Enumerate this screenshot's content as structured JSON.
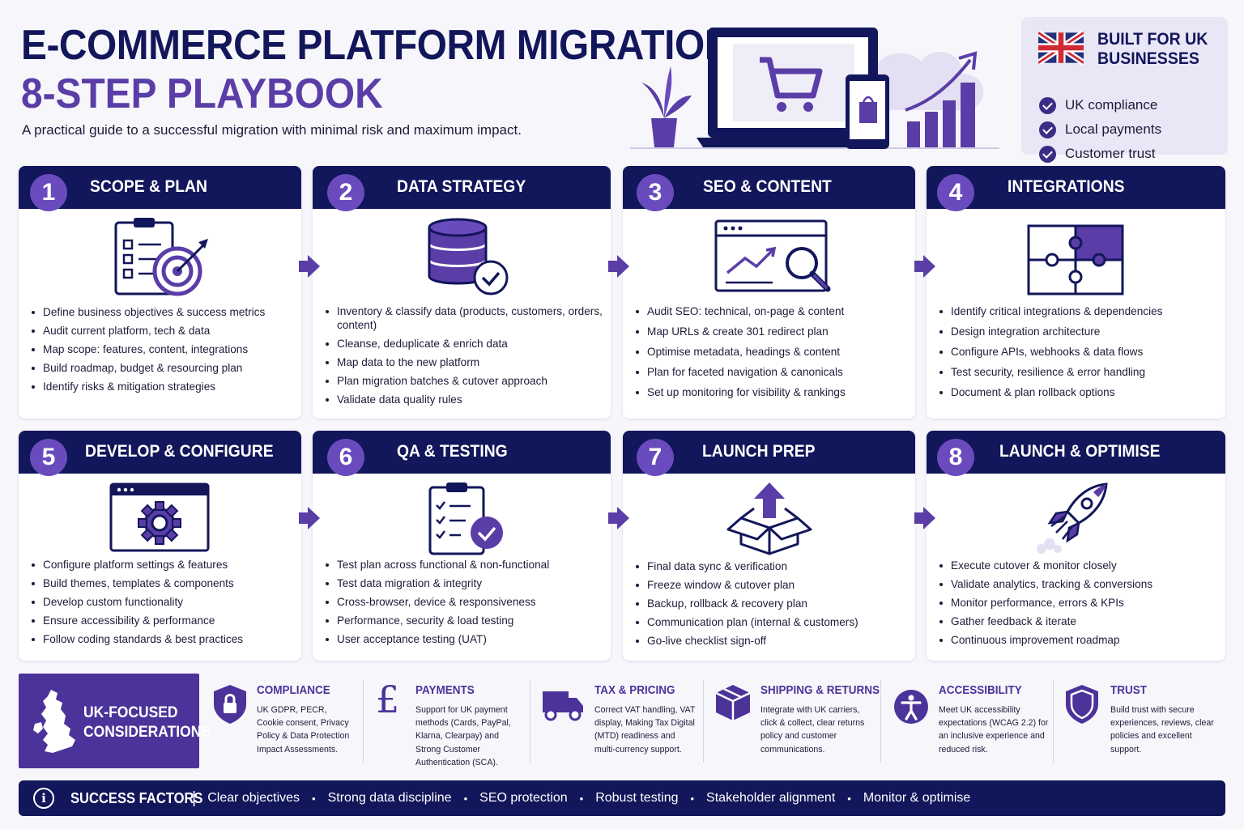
{
  "header": {
    "title_line1": "E-COMMERCE PLATFORM MIGRATION",
    "title_line2": "8-STEP PLAYBOOK",
    "subtitle": "A practical guide to a successful migration with minimal risk and maximum impact."
  },
  "uk_box": {
    "title_line1": "BUILT FOR UK",
    "title_line2": "BUSINESSES",
    "items": [
      "UK compliance",
      "Local payments",
      "Customer trust"
    ]
  },
  "steps": [
    {
      "number": "1",
      "title": "SCOPE & PLAN",
      "icon": "clipboard-target-icon",
      "bullets": [
        "Define business objectives & success metrics",
        "Audit current platform, tech & data",
        "Map scope: features, content, integrations",
        "Build roadmap, budget & resourcing plan",
        "Identify risks & mitigation strategies"
      ]
    },
    {
      "number": "2",
      "title": "DATA STRATEGY",
      "icon": "database-check-icon",
      "bullets": [
        "Inventory & classify data (products, customers, orders, content)",
        "Cleanse, deduplicate & enrich data",
        "Map data to the new platform",
        "Plan migration batches & cutover approach",
        "Validate data quality rules"
      ]
    },
    {
      "number": "3",
      "title": "SEO & CONTENT",
      "icon": "browser-search-chart-icon",
      "bullets": [
        "Audit SEO: technical, on-page & content",
        "Map URLs & create 301 redirect plan",
        "Optimise metadata, headings & content",
        "Plan for faceted navigation & canonicals",
        "Set up monitoring for visibility & rankings"
      ]
    },
    {
      "number": "4",
      "title": "INTEGRATIONS",
      "icon": "puzzle-icon",
      "bullets": [
        "Identify critical integrations & dependencies",
        "Design integration architecture",
        "Configure APIs, webhooks & data flows",
        "Test security, resilience & error handling",
        "Document & plan rollback options"
      ]
    },
    {
      "number": "5",
      "title": "DEVELOP & CONFIGURE",
      "icon": "browser-gear-icon",
      "bullets": [
        "Configure platform settings & features",
        "Build themes, templates & components",
        "Develop custom functionality",
        "Ensure accessibility & performance",
        "Follow coding standards & best practices"
      ]
    },
    {
      "number": "6",
      "title": "QA & TESTING",
      "icon": "clipboard-check-icon",
      "bullets": [
        "Test plan across functional & non-functional",
        "Test data migration & integrity",
        "Cross-browser, device & responsiveness",
        "Performance, security & load testing",
        "User acceptance testing (UAT)"
      ]
    },
    {
      "number": "7",
      "title": "LAUNCH PREP",
      "icon": "box-upload-icon",
      "bullets": [
        "Final data sync & verification",
        "Freeze window & cutover plan",
        "Backup, rollback & recovery plan",
        "Communication plan (internal & customers)",
        "Go-live checklist sign-off"
      ]
    },
    {
      "number": "8",
      "title": "LAUNCH & OPTIMISE",
      "icon": "rocket-icon",
      "bullets": [
        "Execute cutover & monitor closely",
        "Validate analytics, tracking & conversions",
        "Monitor performance, errors & KPIs",
        "Gather feedback & iterate",
        "Continuous improvement roadmap"
      ]
    }
  ],
  "uk_focused": {
    "title_line1": "UK-FOCUSED",
    "title_line2": "CONSIDERATIONS"
  },
  "considerations": [
    {
      "icon": "shield-lock-icon",
      "title": "COMPLIANCE",
      "text": "UK GDPR, PECR, Cookie consent, Privacy Policy & Data Protection Impact Assessments."
    },
    {
      "icon": "pound-sign-icon",
      "title": "PAYMENTS",
      "text": "Support for UK payment methods (Cards, PayPal, Klarna, Clearpay) and Strong Customer Authentication (SCA)."
    },
    {
      "icon": "delivery-truck-icon",
      "title": "TAX & PRICING",
      "text": "Correct VAT handling, VAT display, Making Tax Digital (MTD) readiness and multi-currency support."
    },
    {
      "icon": "package-box-icon",
      "title": "SHIPPING & RETURNS",
      "text": "Integrate with UK carriers, click & collect, clear returns policy and customer communications."
    },
    {
      "icon": "accessibility-icon",
      "title": "ACCESSIBILITY",
      "text": "Meet UK accessibility expectations (WCAG 2.2) for an inclusive experience and reduced risk."
    },
    {
      "icon": "shield-trust-icon",
      "title": "TRUST",
      "text": "Build trust with secure experiences, reviews, clear policies and excellent support."
    }
  ],
  "success": {
    "title": "SUCCESS FACTORS",
    "items": [
      "Clear objectives",
      "Strong data discipline",
      "SEO protection",
      "Robust testing",
      "Stakeholder alignment",
      "Monitor & optimise"
    ]
  },
  "colors": {
    "navy": "#12165a",
    "purple": "#5a3da6",
    "accent": "#6a4bbd"
  }
}
